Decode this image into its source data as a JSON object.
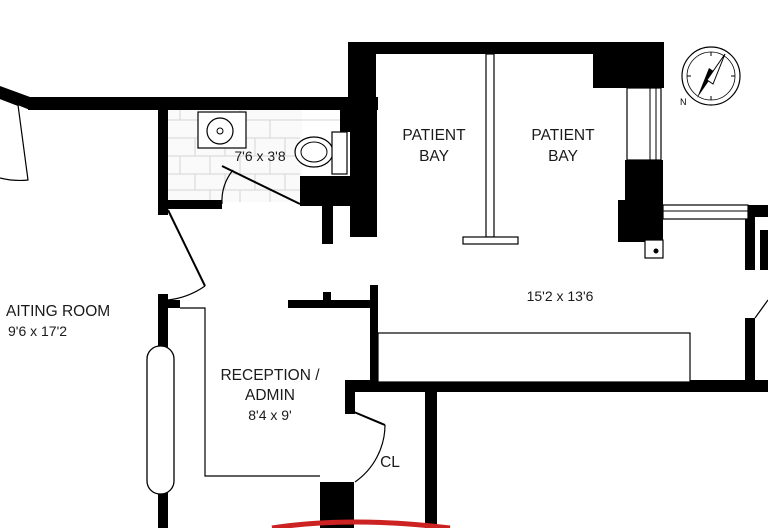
{
  "rooms": {
    "patient_bay_left": {
      "line1": "PATIENT",
      "line2": "BAY"
    },
    "patient_bay_right": {
      "line1": "PATIENT",
      "line2": "BAY"
    },
    "patient_area_dim": "15'2 x 13'6",
    "bathroom_dim": "7'6 x 3'8",
    "waiting_room": {
      "name": "AITING ROOM",
      "dim": "9'6 x 17'2"
    },
    "reception": {
      "line1": "RECEPTION /",
      "line2": "ADMIN",
      "dim": "8'4 x 9'"
    },
    "closet": "CL"
  },
  "compass": {
    "north": "N"
  },
  "colors": {
    "wall": "#000000",
    "tile": "#d4d4d4",
    "accent": "#cc2222"
  }
}
